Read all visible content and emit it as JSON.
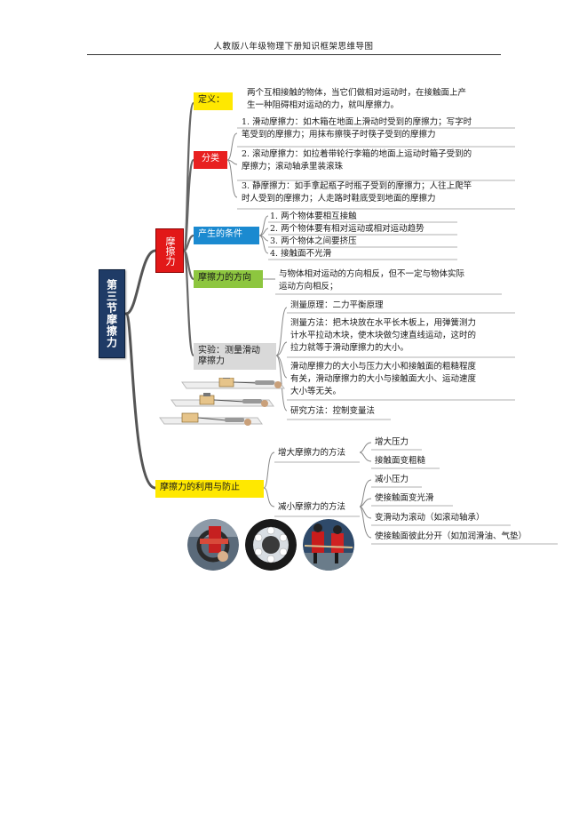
{
  "header": {
    "title": "人教版八年级物理下册知识框架思维导图"
  },
  "root": {
    "label": "第三节摩擦力"
  },
  "friction": {
    "label": "摩擦力"
  },
  "definition": {
    "label": "定义：",
    "text_line1": "两个互相接触的物体，当它们做相对运动时，在接触面上产",
    "text_line2": "生一种阻碍相对运动的力，就叫摩擦力。"
  },
  "classification": {
    "label": "分类",
    "items": [
      {
        "line1": "1. 滑动摩擦力：如木箱在地面上滑动时受到的摩擦力；写字时",
        "line2": "笔受到的摩擦力；用抹布擦筷子时筷子受到的摩擦力"
      },
      {
        "line1": "2. 滚动摩擦力：如拉着带轮行李箱的地面上运动时箱子受到的",
        "line2": "摩擦力；滚动轴承里装滚珠"
      },
      {
        "line1": "3. 静摩擦力：如手拿起瓶子时瓶子受到的摩擦力；人往上爬竿",
        "line2": "时人受到的摩擦力；人走路时鞋底受到地面的摩擦力"
      }
    ]
  },
  "conditions": {
    "label": "产生的条件",
    "items": [
      "1. 两个物体要相互接触",
      "2. 两个物体要有相对运动或相对运动趋势",
      "3. 两个物体之间要挤压",
      "4. 接触面不光滑"
    ]
  },
  "direction": {
    "label": "摩擦力的方向",
    "text_line1": "与物体相对运动的方向相反，但不一定与物体实际",
    "text_line2": "运动方向相反；"
  },
  "experiment": {
    "label_line1": "实验：测量滑动",
    "label_line2": "摩擦力",
    "principle": "测量原理：二力平衡原理",
    "method_line1": "测量方法：把木块放在水平长木板上，用弹簧测力",
    "method_line2": "计水平拉动木块，使木块做匀速直线运动，这时的",
    "method_line3": "拉力就等于滑动摩擦力的大小。",
    "conclusion_line1": "滑动摩擦力的大小与压力大小和接触面的粗糙程度",
    "conclusion_line2": "有关，滑动摩擦力的大小与接触面大小、运动速度",
    "conclusion_line3": "大小等无关。",
    "research": "研究方法：控制变量法"
  },
  "use_and_prevention": {
    "label": "摩擦力的利用与防止",
    "increase": {
      "label": "增大摩擦力的方法",
      "items": [
        "增大压力",
        "接触面变粗糙"
      ]
    },
    "reduce": {
      "label": "减小摩擦力的方法",
      "items": [
        "减小压力",
        "使接触面变光滑",
        "变滑动为滚动（如滚动轴承）",
        "使接触面彼此分开（如加润滑油、气垫）"
      ]
    }
  },
  "colors": {
    "root": "#1f3b66",
    "friction": "#e21818",
    "definition": "#ffe800",
    "classification": "#e82020",
    "conditions": "#1b8ad0",
    "direction": "#8dc63f",
    "experiment": "#d9d9d9",
    "use": "#ffe800",
    "connector": "#555555"
  }
}
